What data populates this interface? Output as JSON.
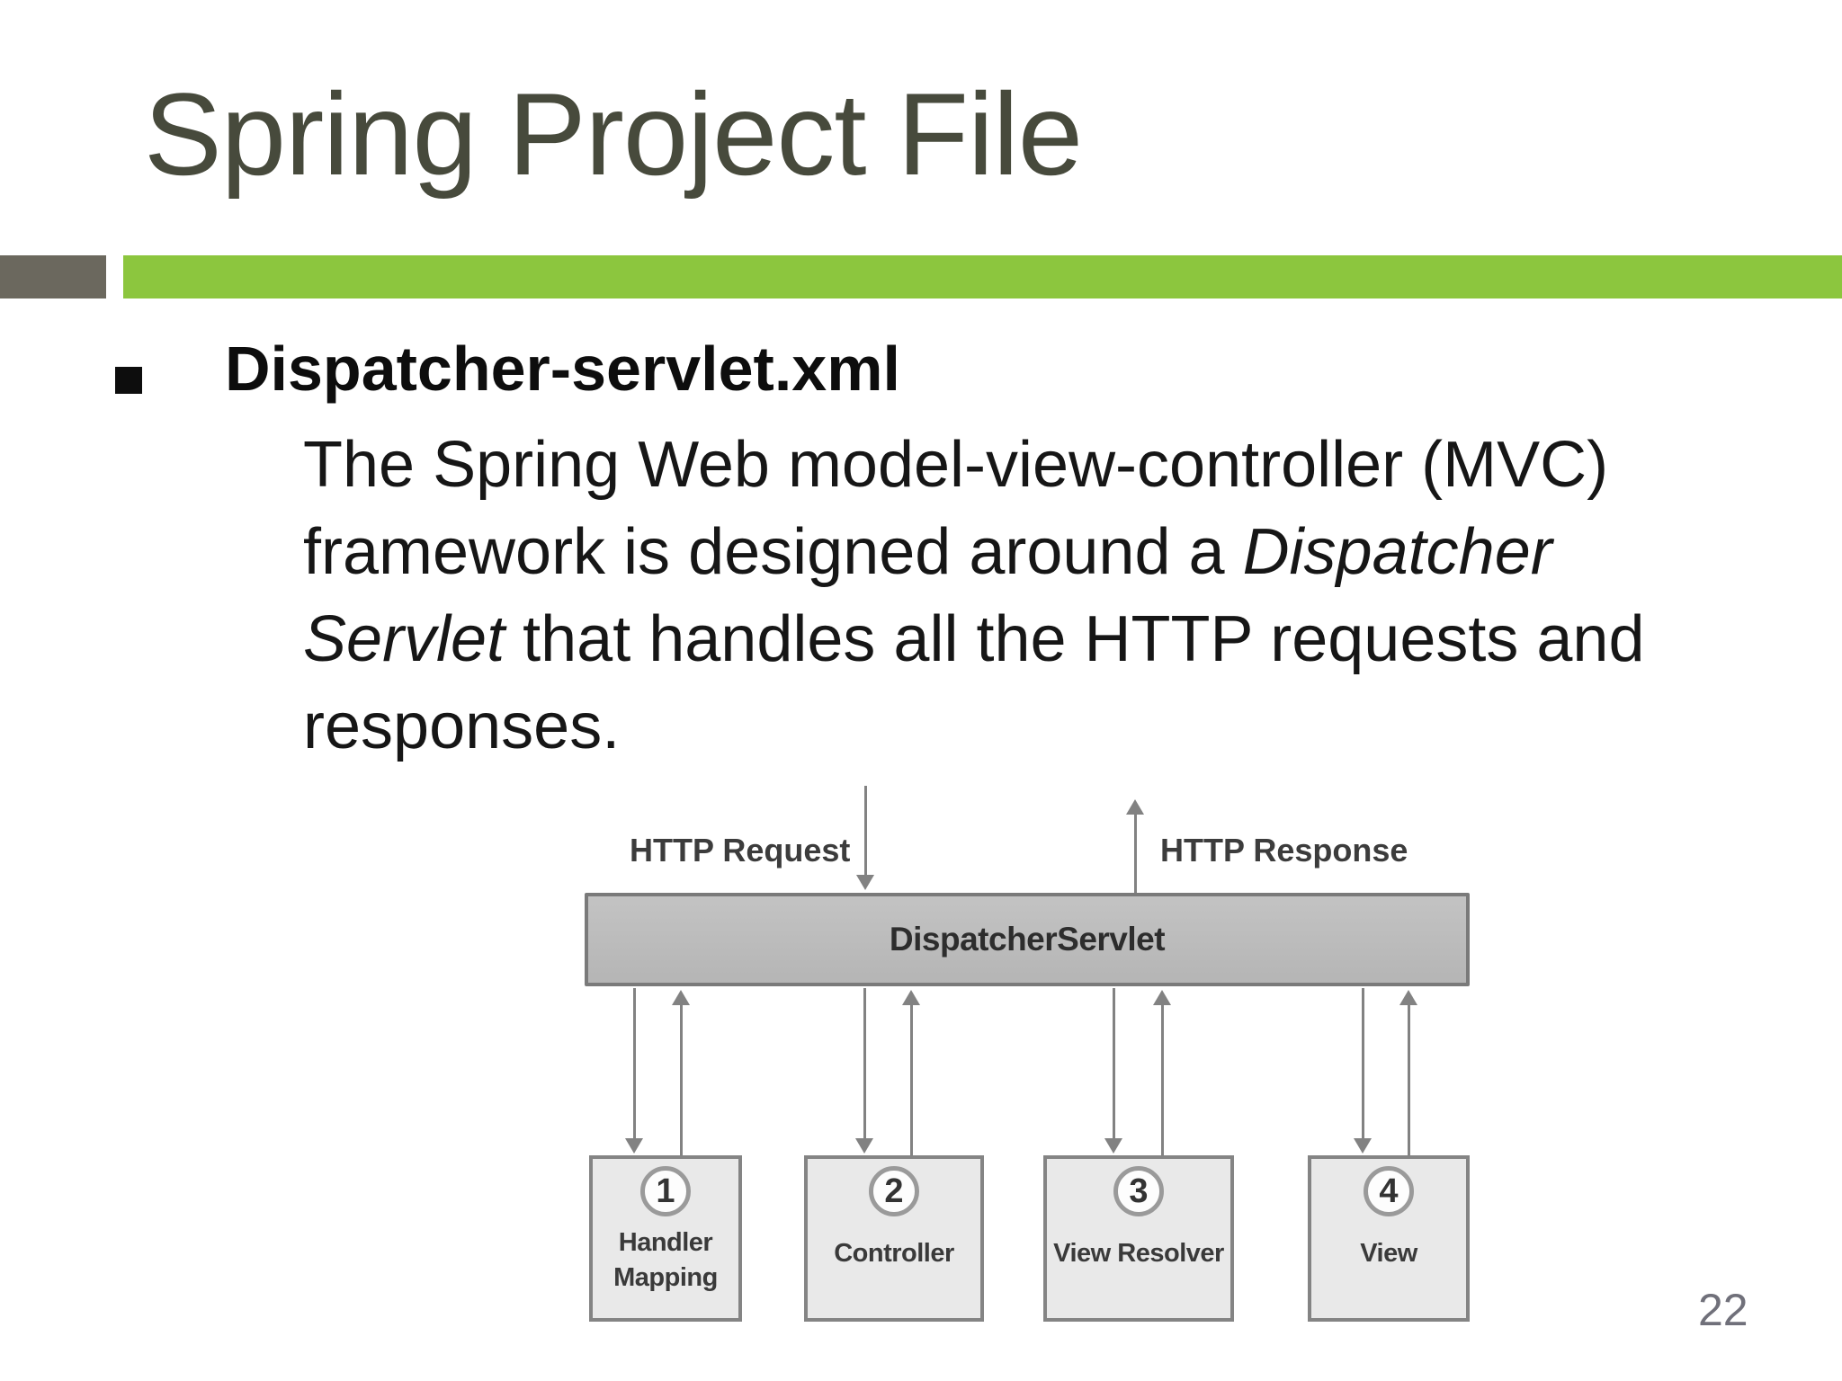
{
  "slide": {
    "title": "Spring Project File",
    "page_number": "22",
    "colors": {
      "accent_green": "#8cc63e",
      "block_gray": "#6b685e",
      "title_text": "#474a3c"
    },
    "bullet": {
      "heading": "Dispatcher-servlet.xml",
      "body": {
        "line1": "The Spring Web model-view-controller (MVC)",
        "line2_plain": "framework is designed around a ",
        "line2_italic": "Dispatcher",
        "line3_italic": "Servlet",
        "line3_plain": " that handles all the HTTP requests and",
        "line4": "responses."
      }
    },
    "diagram": {
      "http_request_label": "HTTP Request",
      "http_response_label": "HTTP Response",
      "servlet_bar_label": "DispatcherServlet",
      "components": [
        {
          "number": "1",
          "label_line1": "Handler",
          "label_line2": "Mapping"
        },
        {
          "number": "2",
          "label_line1": "Controller",
          "label_line2": ""
        },
        {
          "number": "3",
          "label_line1": "View Resolver",
          "label_line2": ""
        },
        {
          "number": "4",
          "label_line1": "View",
          "label_line2": ""
        }
      ]
    }
  }
}
